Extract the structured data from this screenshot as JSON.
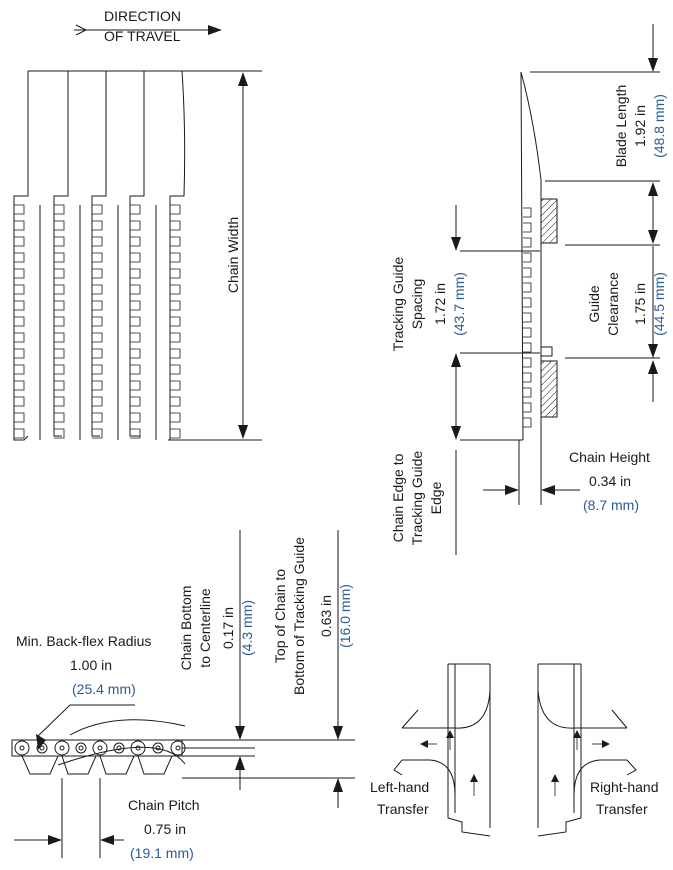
{
  "direction": {
    "line1": "DIRECTION",
    "line2": "OF TRAVEL"
  },
  "chain_width": "Chain Width",
  "blade_length": {
    "label": "Blade Length",
    "in": "1.92 in",
    "mm": "(48.8 mm)"
  },
  "tracking_guide_spacing": {
    "line1": "Tracking Guide",
    "line2": "Spacing",
    "in": "1.72 in",
    "mm": "(43.7 mm)"
  },
  "guide_clearance": {
    "line1": "Guide",
    "line2": "Clearance",
    "in": "1.75 in",
    "mm": "(44.5 mm)"
  },
  "chain_edge": {
    "line1": "Chain Edge to",
    "line2": "Tracking Guide",
    "line3": "Edge"
  },
  "chain_height": {
    "label": "Chain Height",
    "in": "0.34 in",
    "mm": "(8.7 mm)"
  },
  "bottom_to_centerline": {
    "line1": "Chain Bottom",
    "line2": "to Centerline",
    "in": "0.17 in",
    "mm": "(4.3 mm)"
  },
  "top_to_tracking": {
    "line1": "Top of Chain to",
    "line2": "Bottom of Tracking Guide",
    "in": "0.63 in",
    "mm": "(16.0 mm)"
  },
  "backflex": {
    "label": "Min. Back-flex Radius",
    "in": "1.00 in",
    "mm": "(25.4 mm)"
  },
  "chain_pitch": {
    "label": "Chain Pitch",
    "in": "0.75 in",
    "mm": "(19.1 mm)"
  },
  "left_transfer": {
    "line1": "Left-hand",
    "line2": "Transfer"
  },
  "right_transfer": {
    "line1": "Right-hand",
    "line2": "Transfer"
  }
}
